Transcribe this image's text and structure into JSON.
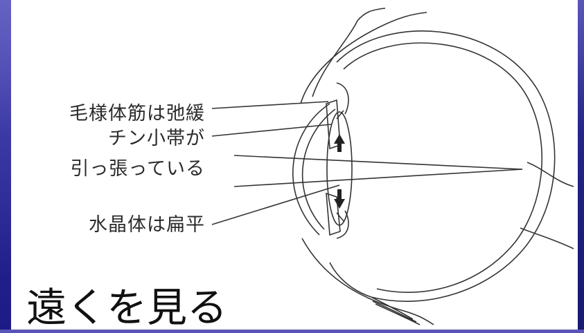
{
  "labels": {
    "ciliary_muscle": "毛様体筋は弛緩",
    "zonule_line1": "チン小帯が",
    "zonule_line2": "引っ張っている",
    "lens": "水晶体は扁平"
  },
  "caption": "遠くを見る",
  "colors": {
    "background": "#2a2896",
    "panel": "#ffffff",
    "line": "#333333"
  },
  "icons": [
    "up-arrow-icon",
    "down-arrow-icon"
  ]
}
